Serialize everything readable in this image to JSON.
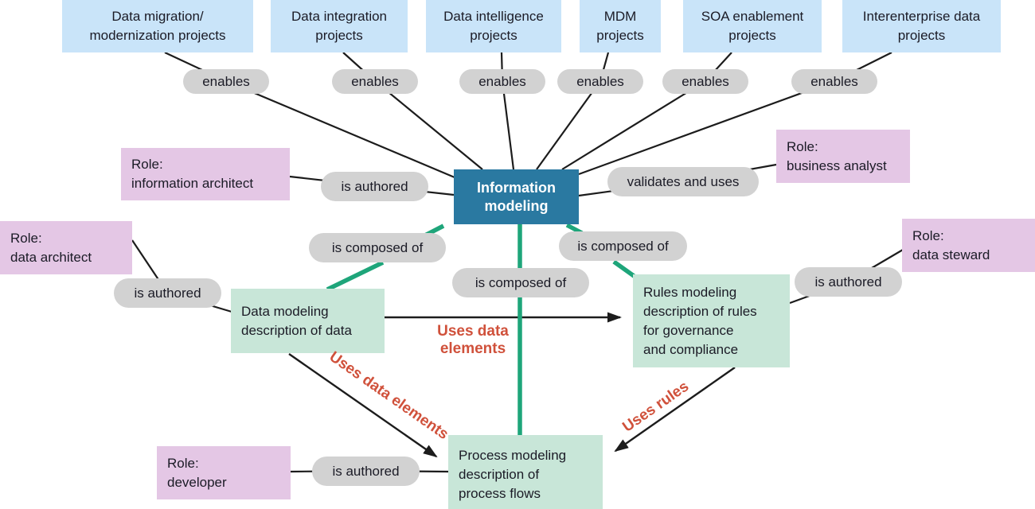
{
  "diagram": {
    "center_label": "Information\nmodeling",
    "projects": [
      "Data migration/\nmodernization projects",
      "Data integration\nprojects",
      "Data intelligence\nprojects",
      "MDM\nprojects",
      "SOA enablement\nprojects",
      "Interenterprise data\nprojects"
    ],
    "roles": [
      "Role:\ninformation architect",
      "Role:\nbusiness analyst",
      "Role:\ndata architect",
      "Role:\ndata steward",
      "Role:\ndeveloper"
    ],
    "models": {
      "data": "Data modeling\ndescription of data",
      "rules": "Rules modeling\ndescription of rules\nfor governance\nand compliance",
      "process": "Process modeling\ndescription of\nprocess flows"
    },
    "relations": {
      "enables": "enables",
      "is_authored": "is authored",
      "validates_and_uses": "validates and uses",
      "is_composed_of": "is composed of"
    },
    "flow_labels": {
      "uses_data_elements_stacked": "Uses data\nelements",
      "uses_data_elements": "Uses data elements",
      "uses_rules": "Uses rules"
    },
    "colors": {
      "project_box": "#c9e4f9",
      "role_box": "#e4c7e5",
      "model_box": "#c8e6d8",
      "center_box": "#2a79a1",
      "pill": "#d2d2d2",
      "line": "#1c1c1c",
      "composed_line": "#1ea57a",
      "flow_label_text": "#d0513b",
      "text": "#1b1b26"
    }
  }
}
